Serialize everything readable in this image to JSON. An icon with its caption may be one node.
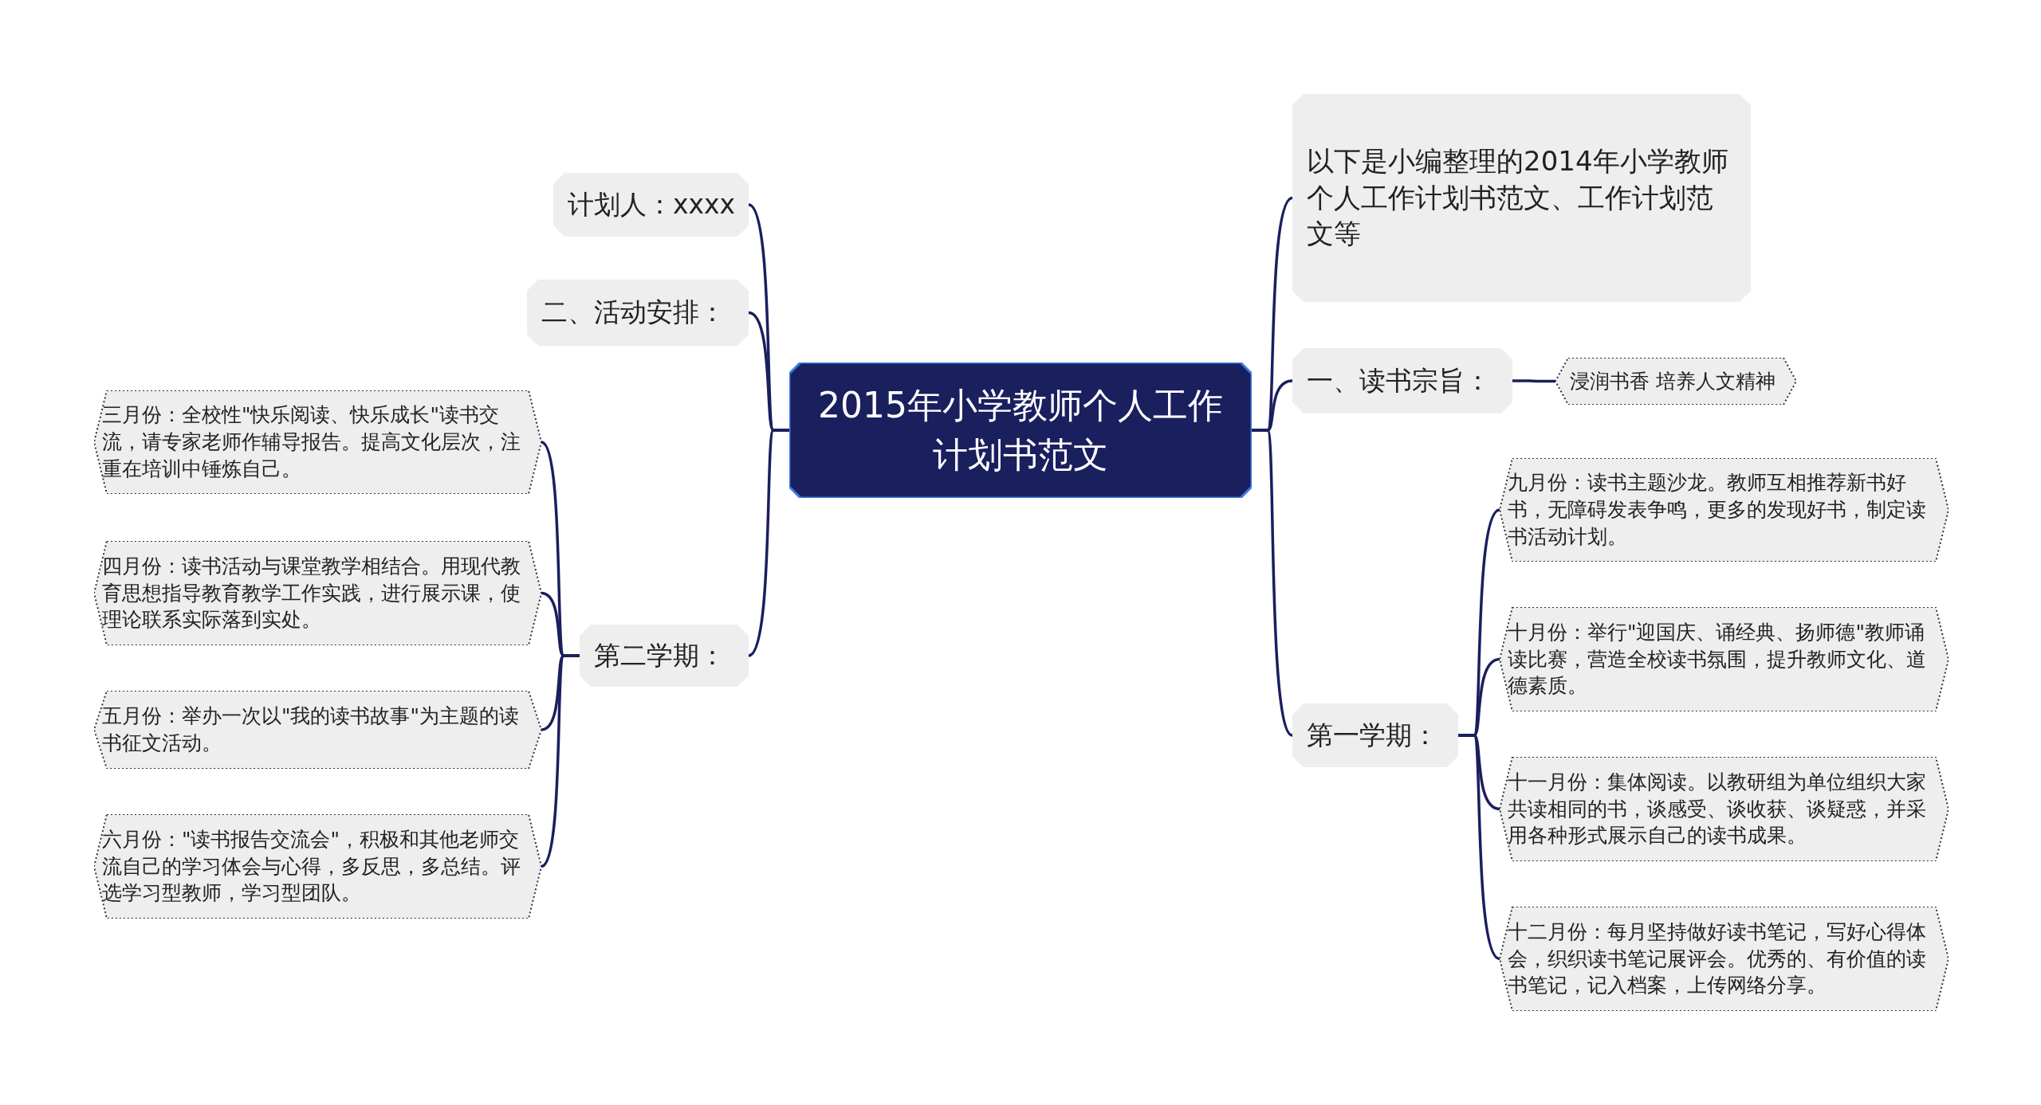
{
  "diagram": {
    "nodes": [
      {
        "text": [
          "2015年小学教师个人工作计划书范文"
        ]
      },
      {
        "text": [
          "计划人：xxxx"
        ]
      },
      {
        "text": [
          "二、活动安排："
        ]
      },
      {
        "text": [
          "第二学期："
        ]
      },
      {
        "text": [
          "三月份：全校性\"快乐阅读、快乐成长\"读书交流，请专家老师作辅导报告。提高文化层次，注重在培训中锤炼自己。"
        ]
      },
      {
        "text": [
          "四月份：读书活动与课堂教学相结合。用现代教育思想指导教育教学工作实践，进行展示课，使理论联系实际落到实处。"
        ]
      },
      {
        "text": [
          "五月份：举办一次以\"我的读书故事\"为主题的读书征文活动。"
        ]
      },
      {
        "text": [
          "六月份：\"读书报告交流会\"，积极和其他老师交流自己的学习体会与心得，多反思，多总结。评选学习型教师，学习型团队。"
        ]
      },
      {
        "text": [
          "以下是小编整理的2014年小学教师个人工作计划书范文、工作计划范文等"
        ]
      },
      {
        "text": [
          "一、读书宗旨："
        ]
      },
      {
        "text": [
          "浸润书香 培养人文精神"
        ]
      },
      {
        "text": [
          "第一学期："
        ]
      },
      {
        "text": [
          "九月份：读书主题沙龙。教师互相推荐新书好书，无障碍发表争鸣，更多的发现好书，制定读书活动计划。"
        ]
      },
      {
        "text": [
          "十月份：举行\"迎国庆、诵经典、扬师德\"教师诵读比赛，营造全校读书氛围，提升教师文化、道德素质。"
        ]
      },
      {
        "text": [
          "十一月份：集体阅读。以教研组为单位组织大家共读相同的书，谈感受、谈收获、谈疑惑，并采用各种形式展示自己的读书成果。"
        ]
      },
      {
        "text": [
          "十二月份：每月坚持做好读书笔记，写好心得体会，织织读书笔记展评会。优秀的、有价值的读书笔记，记入档案，上传网络分享。"
        ]
      }
    ],
    "edges": [
      {
        "from": 0,
        "to": 1,
        "arrow": "none"
      },
      {
        "from": 0,
        "to": 2,
        "arrow": "none"
      },
      {
        "from": 0,
        "to": 3,
        "arrow": "none"
      },
      {
        "from": 3,
        "to": 4,
        "arrow": "none"
      },
      {
        "from": 3,
        "to": 5,
        "arrow": "none"
      },
      {
        "from": 3,
        "to": 6,
        "arrow": "none"
      },
      {
        "from": 3,
        "to": 7,
        "arrow": "none"
      },
      {
        "from": 0,
        "to": 8,
        "arrow": "none"
      },
      {
        "from": 0,
        "to": 9,
        "arrow": "none"
      },
      {
        "from": 9,
        "to": 10,
        "arrow": "none"
      },
      {
        "from": 0,
        "to": 11,
        "arrow": "none"
      },
      {
        "from": 11,
        "to": 12,
        "arrow": "none"
      },
      {
        "from": 11,
        "to": 13,
        "arrow": "none"
      },
      {
        "from": 11,
        "to": 14,
        "arrow": "none"
      },
      {
        "from": 11,
        "to": 15,
        "arrow": "none"
      }
    ]
  }
}
